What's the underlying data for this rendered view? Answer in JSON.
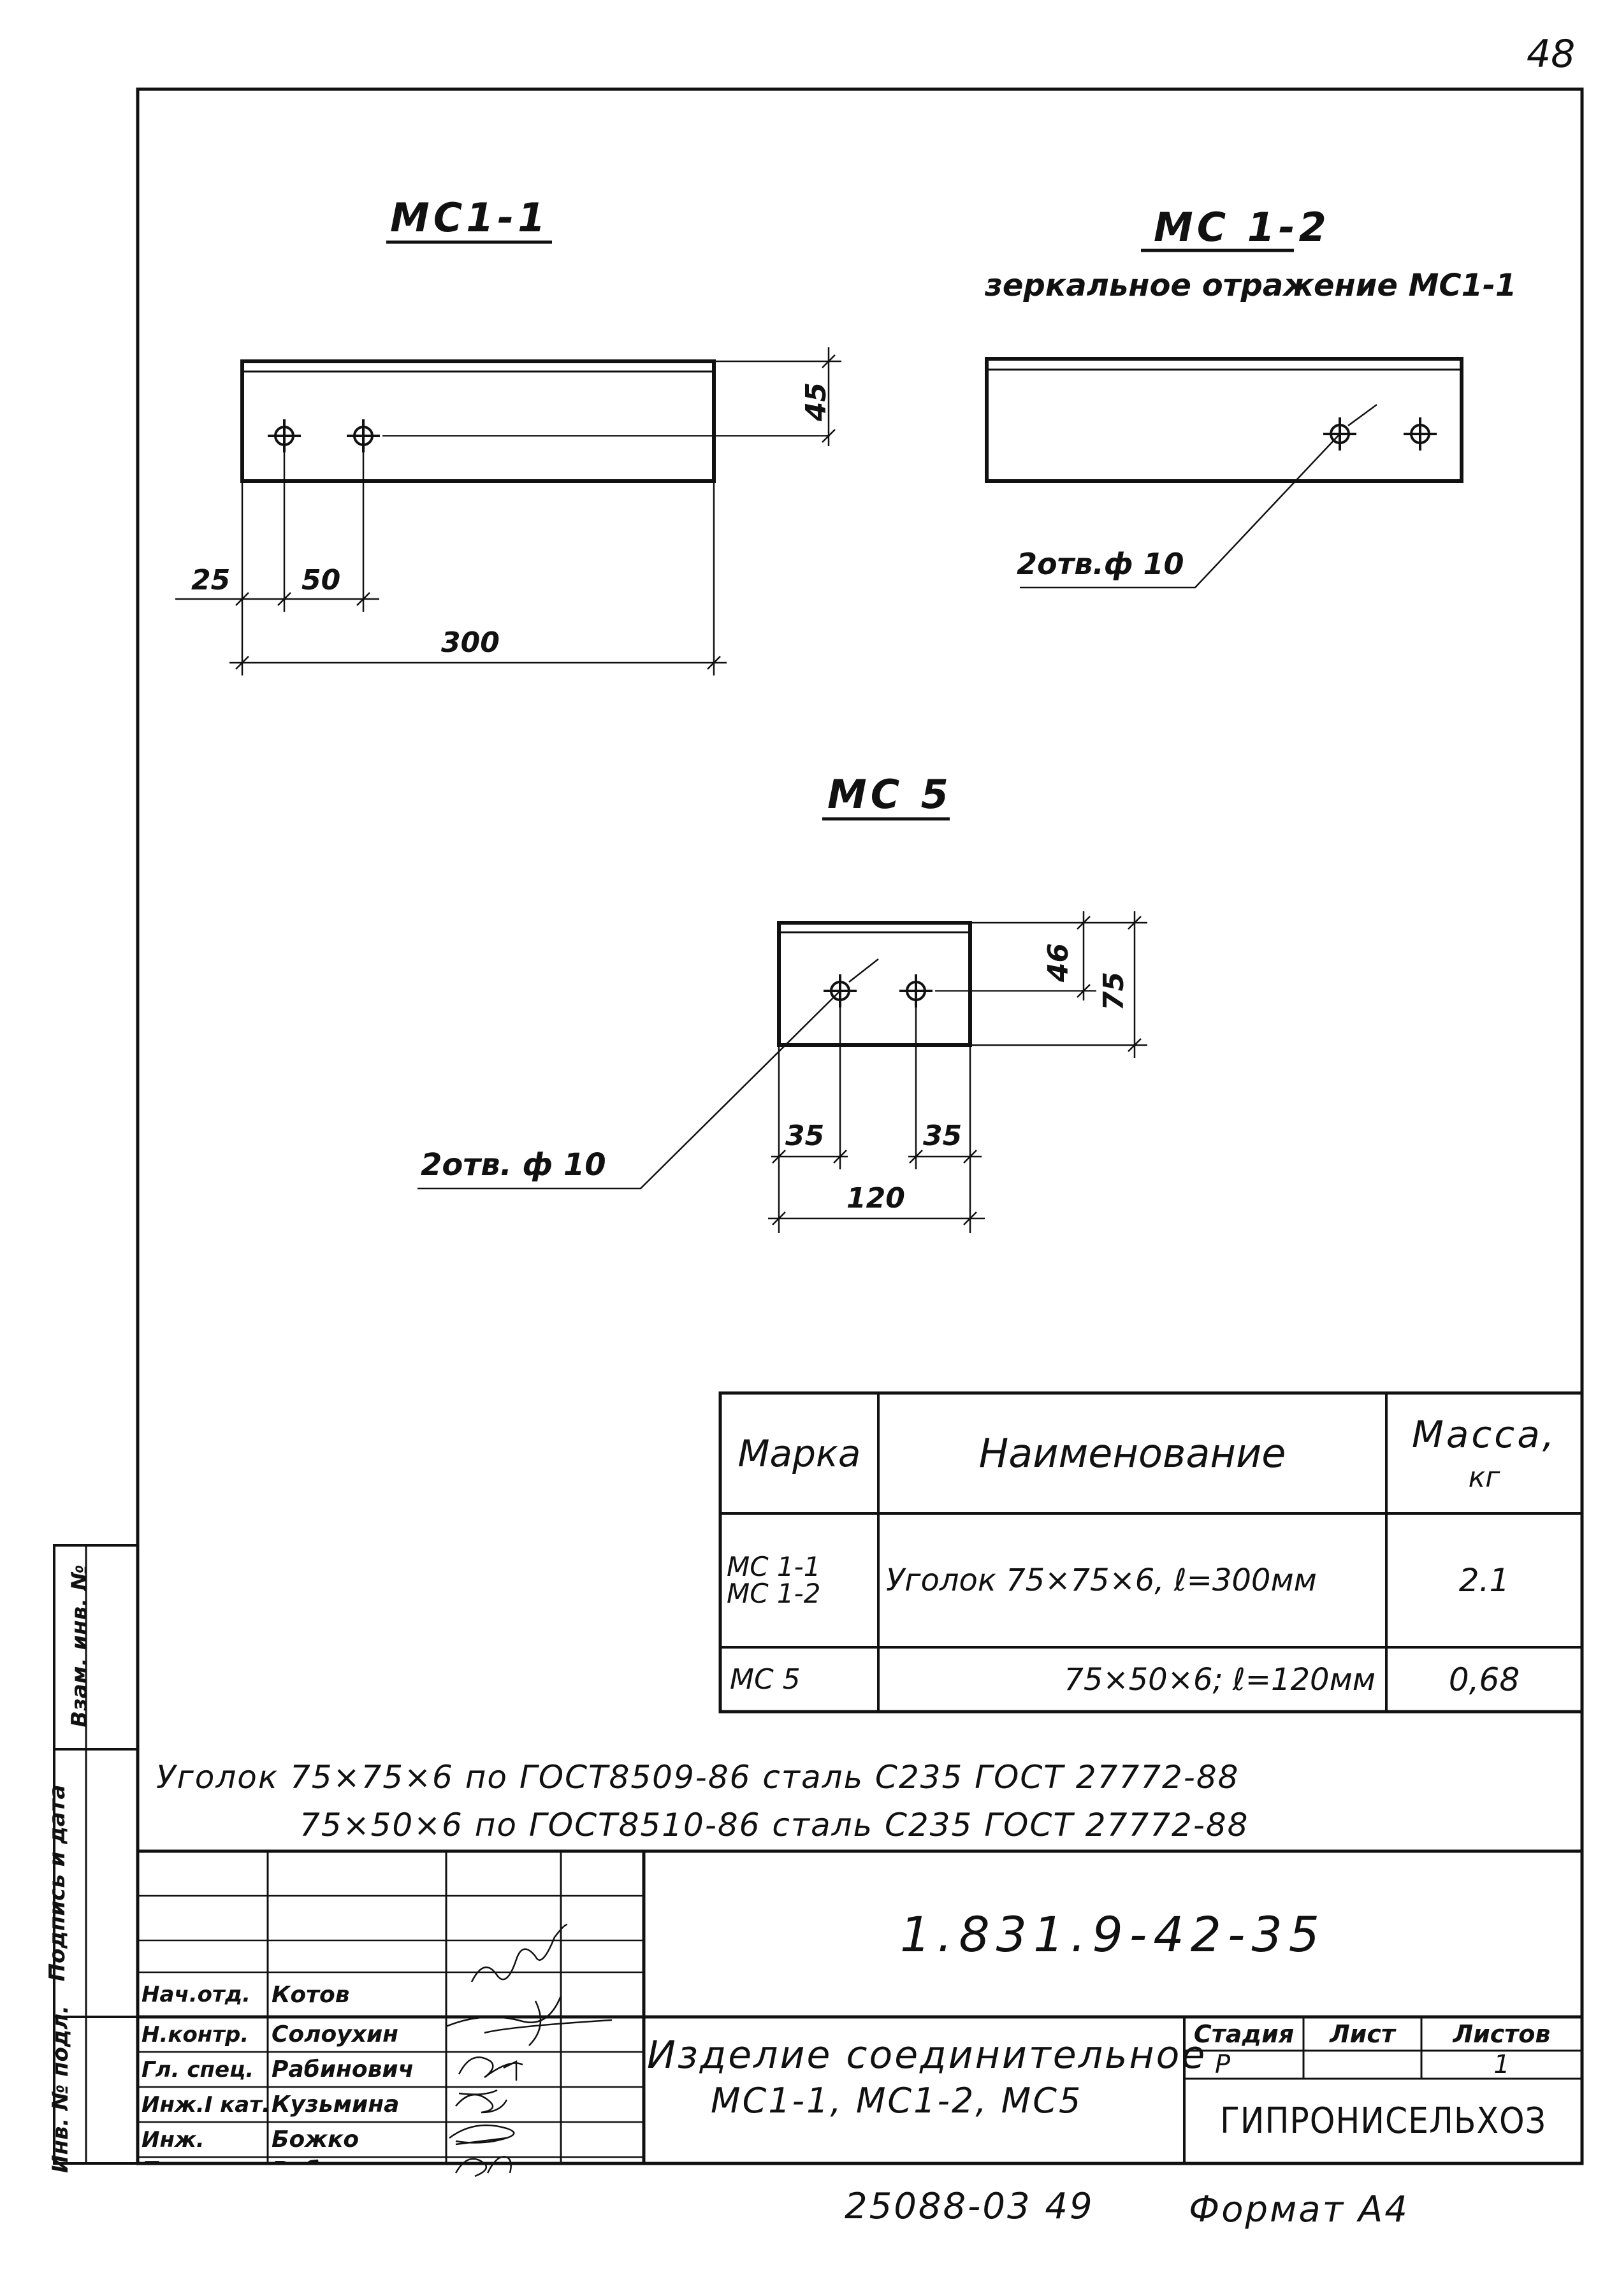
{
  "page_number": "48",
  "views": {
    "mc1_1": {
      "title": "МС1-1",
      "dims": {
        "d1": "25",
        "d2": "50",
        "total": "300",
        "height": "45"
      }
    },
    "mc1_2": {
      "title": "МС 1-2",
      "subtitle": "зеркальное отражение МС1-1",
      "holes": "2отв.ф 10"
    },
    "mc5": {
      "title": "МС 5",
      "holes": "2отв. ф 10",
      "dims": {
        "d1": "35",
        "d2": "35",
        "total": "120",
        "h1": "46",
        "h2": "75"
      }
    }
  },
  "spec_table": {
    "headers": {
      "mark": "Марка",
      "name": "Наименование",
      "mass_line1": "Масса,",
      "mass_line2": "кг"
    },
    "rows": [
      {
        "mark_line1": "МС 1-1",
        "mark_line2": "МС 1-2",
        "name": "Уголок 75×75×6, ℓ=300мм",
        "mass": "2.1"
      },
      {
        "mark_line1": "МС 5",
        "mark_line2": "",
        "name": "75×50×6; ℓ=120мм",
        "mass": "0,68"
      }
    ]
  },
  "notes": {
    "line1": "Уголок 75×75×6 по ГОСТ8509-86   сталь С235   ГОСТ 27772-88",
    "line2": "75×50×6 по ГОСТ8510-86   сталь С235   ГОСТ 27772-88"
  },
  "side_stamp": {
    "vzam": "Взам. инв. №",
    "podpis": "Подпись и дата",
    "inv": "Инв. № подл."
  },
  "title_block": {
    "doc_code": "1.831.9-42-35",
    "product_line1": "Изделие  соединительное",
    "product_line2": "МС1-1,  МС1-2,  МС5",
    "stage_header": "Стадия",
    "sheet_header": "Лист",
    "sheets_header": "Листов",
    "stage": "Р",
    "sheet": "",
    "sheets": "1",
    "organization": "ГИПРОНИСЕЛЬХОЗ",
    "signatures": [
      {
        "role": "Нач.отд.",
        "name": "Котов"
      },
      {
        "role": "Н.контр.",
        "name": "Солоухин"
      },
      {
        "role": "Гл. спец.",
        "name": "Рабинович"
      },
      {
        "role": "Инж.I кат.",
        "name": "Кузьмина"
      },
      {
        "role": "Инж.",
        "name": "Божко"
      },
      {
        "role": "Пров.",
        "name": "Рабинович"
      }
    ]
  },
  "footer": {
    "archive": "25088-03  49",
    "format": "Формат А4"
  }
}
